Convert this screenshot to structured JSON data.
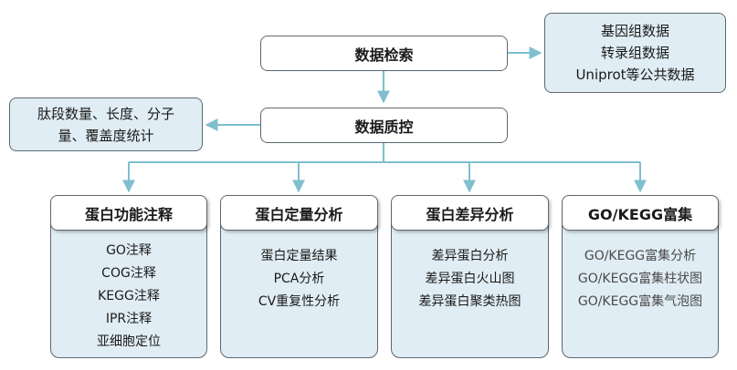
{
  "nodes": {
    "retrieval": "数据检索",
    "qc": "数据质控",
    "sources": [
      "基因组数据",
      "转录组数据",
      "Uniprot等公共数据"
    ],
    "peptide_stats": [
      "肽段数量、长度、分子",
      "量、覆盖度统计"
    ]
  },
  "modules": [
    {
      "title": "蛋白功能注释",
      "items": [
        "GO注释",
        "COG注释",
        "KEGG注释",
        "IPR注释",
        "亚细胞定位"
      ]
    },
    {
      "title": "蛋白定量分析",
      "items": [
        "蛋白定量结果",
        "PCA分析",
        "CV重复性分析"
      ]
    },
    {
      "title": "蛋白差异分析",
      "items": [
        "差异蛋白分析",
        "差异蛋白火山图",
        "差异蛋白聚类热图"
      ]
    },
    {
      "title": "GO/KEGG富集",
      "items": [
        "GO/KEGG富集分析",
        "GO/KEGG富集柱状图",
        "GO/KEGG富集气泡图"
      ]
    }
  ],
  "colors": {
    "arrow": "#7fbfcf",
    "panel": "#e0edf4",
    "border": "#5b6770"
  }
}
